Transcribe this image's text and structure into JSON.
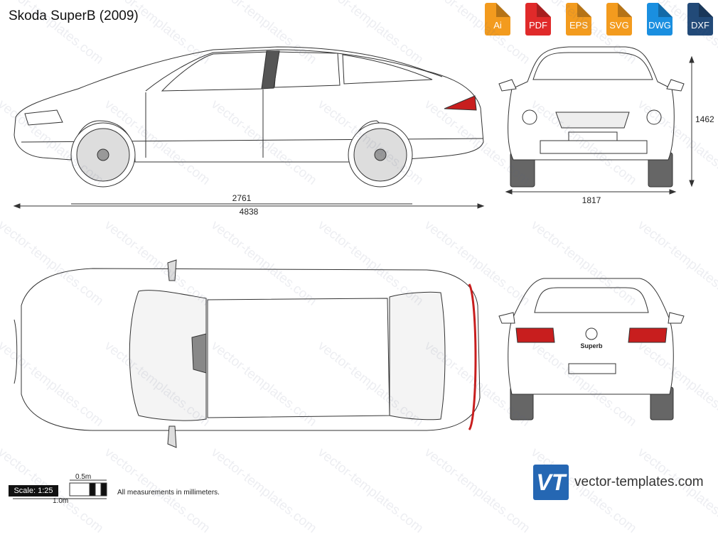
{
  "title": "Skoda SuperB (2009)",
  "formats": [
    {
      "label": "Ai",
      "color": "#f39b1e",
      "icon": "ai-file-icon"
    },
    {
      "label": "PDF",
      "color": "#e02a2a",
      "icon": "pdf-file-icon"
    },
    {
      "label": "EPS",
      "color": "#f39b1e",
      "icon": "eps-file-icon"
    },
    {
      "label": "SVG",
      "color": "#f39b1e",
      "icon": "svg-file-icon"
    },
    {
      "label": "DWG",
      "color": "#1a8fe0",
      "icon": "dwg-file-icon"
    },
    {
      "label": "DXF",
      "color": "#224a78",
      "icon": "dxf-file-icon"
    }
  ],
  "dimensions": {
    "wheelbase": "2761",
    "length": "4838",
    "width": "1817",
    "height": "1462"
  },
  "scale": {
    "label": "Scale: 1:25",
    "half": "0.5m",
    "full": "1.0m"
  },
  "note": "All measurements in millimeters.",
  "badge": "Superb",
  "logo_text": "VT",
  "site": "vector-templates.com",
  "watermark": "vector-templates.com"
}
